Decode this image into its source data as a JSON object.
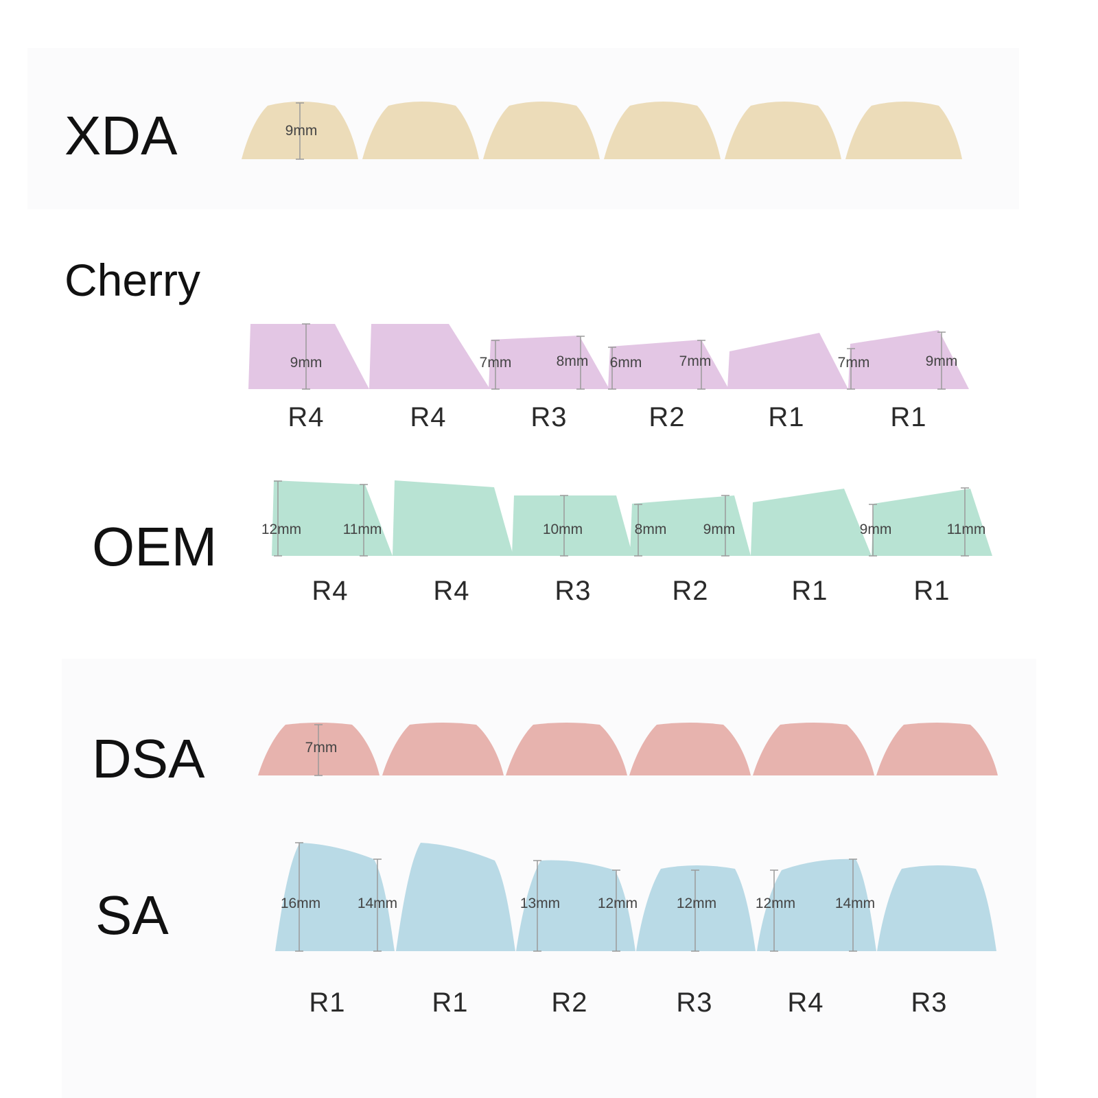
{
  "colors": {
    "xda": "#ecdcb9",
    "cherry": "#e3c6e4",
    "oem": "#b8e3d3",
    "dsa": "#e7b3ae",
    "sa": "#b9dae6"
  },
  "profiles": [
    {
      "name": "XDA",
      "color_key": "xda",
      "keys": [
        {
          "row": "",
          "heights": [
            "9mm"
          ]
        },
        {
          "row": "",
          "heights": []
        },
        {
          "row": "",
          "heights": []
        },
        {
          "row": "",
          "heights": []
        },
        {
          "row": "",
          "heights": []
        },
        {
          "row": "",
          "heights": []
        }
      ]
    },
    {
      "name": "Cherry",
      "color_key": "cherry",
      "keys": [
        {
          "row": "R4",
          "heights": [
            "9mm"
          ]
        },
        {
          "row": "R4",
          "heights": []
        },
        {
          "row": "R3",
          "heights": [
            "7mm",
            "8mm"
          ]
        },
        {
          "row": "R2",
          "heights": [
            "6mm",
            "7mm"
          ]
        },
        {
          "row": "R1",
          "heights": []
        },
        {
          "row": "R1",
          "heights": [
            "7mm",
            "9mm"
          ]
        }
      ]
    },
    {
      "name": "OEM",
      "color_key": "oem",
      "keys": [
        {
          "row": "R4",
          "heights": [
            "12mm",
            "11mm"
          ]
        },
        {
          "row": "R4",
          "heights": []
        },
        {
          "row": "R3",
          "heights": [
            "10mm"
          ]
        },
        {
          "row": "R2",
          "heights": [
            "8mm",
            "9mm"
          ]
        },
        {
          "row": "R1",
          "heights": []
        },
        {
          "row": "R1",
          "heights": [
            "9mm",
            "11mm"
          ]
        }
      ]
    },
    {
      "name": "DSA",
      "color_key": "dsa",
      "keys": [
        {
          "row": "",
          "heights": [
            "7mm"
          ]
        },
        {
          "row": "",
          "heights": []
        },
        {
          "row": "",
          "heights": []
        },
        {
          "row": "",
          "heights": []
        },
        {
          "row": "",
          "heights": []
        },
        {
          "row": "",
          "heights": []
        }
      ]
    },
    {
      "name": "SA",
      "color_key": "sa",
      "keys": [
        {
          "row": "R1",
          "heights": [
            "16mm",
            "14mm"
          ]
        },
        {
          "row": "R1",
          "heights": []
        },
        {
          "row": "R2",
          "heights": [
            "13mm",
            "12mm"
          ]
        },
        {
          "row": "R3",
          "heights": [
            "12mm"
          ]
        },
        {
          "row": "R4",
          "heights": [
            "12mm",
            "14mm"
          ]
        },
        {
          "row": "R3",
          "heights": []
        }
      ]
    }
  ]
}
